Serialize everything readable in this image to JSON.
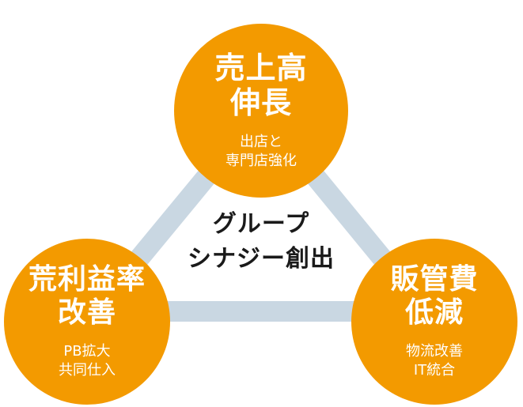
{
  "nodes": {
    "top": {
      "title_line1": "売上高",
      "title_line2": "伸長",
      "desc_line1": "出店と",
      "desc_line2": "専門店強化"
    },
    "left": {
      "title_line1": "荒利益率",
      "title_line2": "改善",
      "desc_line1": "PB拡大",
      "desc_line2": "共同仕入"
    },
    "right": {
      "title_line1": "販管費",
      "title_line2": "低減",
      "desc_line1": "物流改善",
      "desc_line2": "IT統合"
    }
  },
  "center": {
    "line1": "グループ",
    "line2": "シナジー創出"
  },
  "colors": {
    "circle_fill": "#f39a00",
    "connector": "#c9d7e2",
    "node_text": "#ffffff",
    "center_text": "#1a1a1a"
  }
}
